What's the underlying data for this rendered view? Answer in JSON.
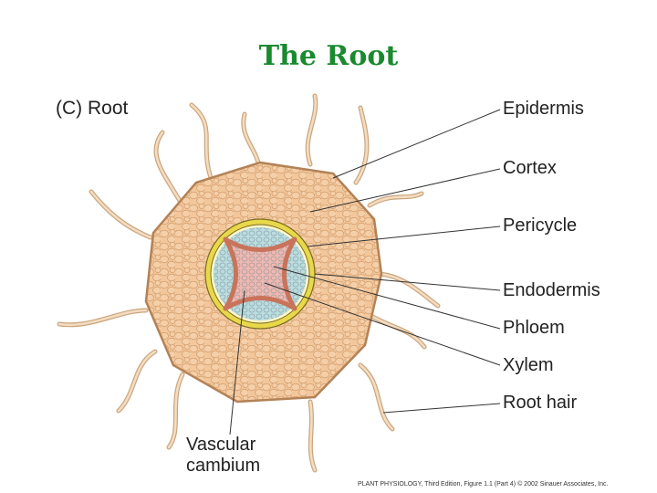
{
  "title": "The Root",
  "panel_label": "(C)  Root",
  "labels": {
    "epidermis": "Epidermis",
    "cortex": "Cortex",
    "pericycle": "Pericycle",
    "endodermis": "Endodermis",
    "phloem": "Phloem",
    "xylem": "Xylem",
    "root_hair": "Root hair",
    "vascular_cambium_1": "Vascular",
    "vascular_cambium_2": "cambium"
  },
  "credit": "PLANT PHYSIOLOGY, Third Edition, Figure 1.1 (Part 4)  © 2002 Sinauer Associates, Inc.",
  "colors": {
    "title": "#1a8a2e",
    "cortex_fill": "#f2c79b",
    "cell_stroke": "#d6a070",
    "endodermis_yellow": "#e8d84a",
    "phloem_blue": "#b9dde0",
    "xylem_pink": "#f0b7b0",
    "xylem_arm": "#c9735a"
  }
}
